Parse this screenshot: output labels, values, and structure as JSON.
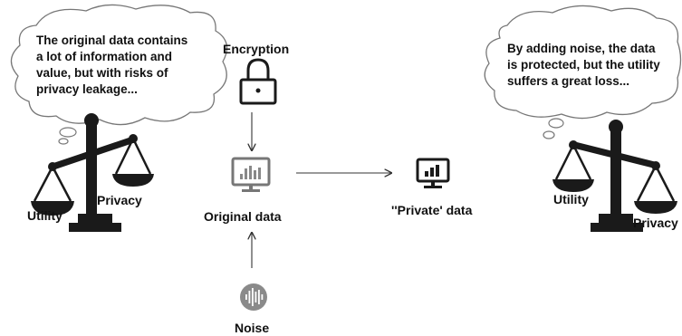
{
  "left_bubble": {
    "text": "The original data contains\na lot of information and\nvalue, but with risks of\nprivacy leakage..."
  },
  "right_bubble": {
    "text": "By adding noise, the data\nis protected, but the utility\nsuffers a great loss..."
  },
  "left_scale": {
    "utility_label": "Utility",
    "privacy_label": "Privacy"
  },
  "right_scale": {
    "utility_label": "Utility",
    "privacy_label": "Privacy"
  },
  "encryption": {
    "label": "Encryption",
    "icon": "lock-icon"
  },
  "original_data": {
    "label": "Original data",
    "icon": "monitor-chart-icon"
  },
  "private_data": {
    "label": "''Private' data",
    "icon": "monitor-chart-icon"
  },
  "noise": {
    "label": "Noise",
    "icon": "audio-wave-icon"
  }
}
